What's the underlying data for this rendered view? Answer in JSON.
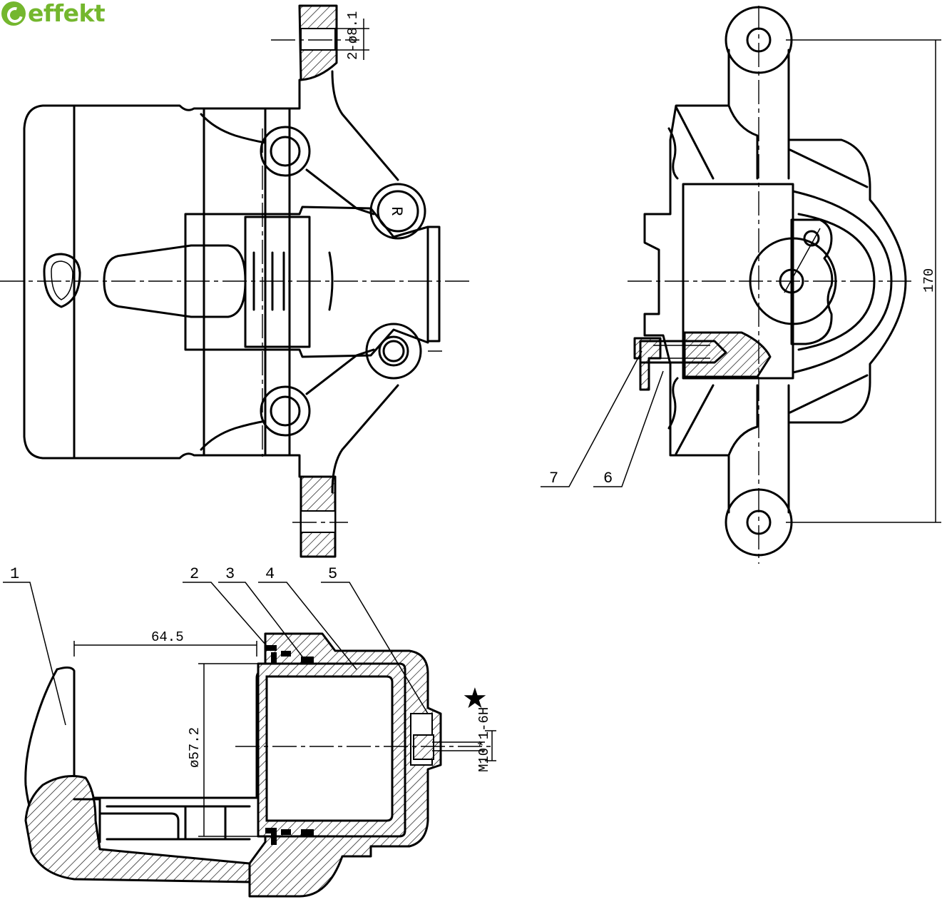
{
  "brand": {
    "name": "effekt",
    "color": "#74b72e"
  },
  "annotations": {
    "hole_spec": "2-ø8.1",
    "rotation_mark": "R",
    "height_dim": "170",
    "depth_dim": "64.5",
    "bore_dim": "ø57.2",
    "thread_spec": "M10*1-6H",
    "star": "★"
  },
  "parts": [
    {
      "number": "1"
    },
    {
      "number": "2"
    },
    {
      "number": "3"
    },
    {
      "number": "4"
    },
    {
      "number": "5"
    },
    {
      "number": "6"
    },
    {
      "number": "7"
    }
  ]
}
